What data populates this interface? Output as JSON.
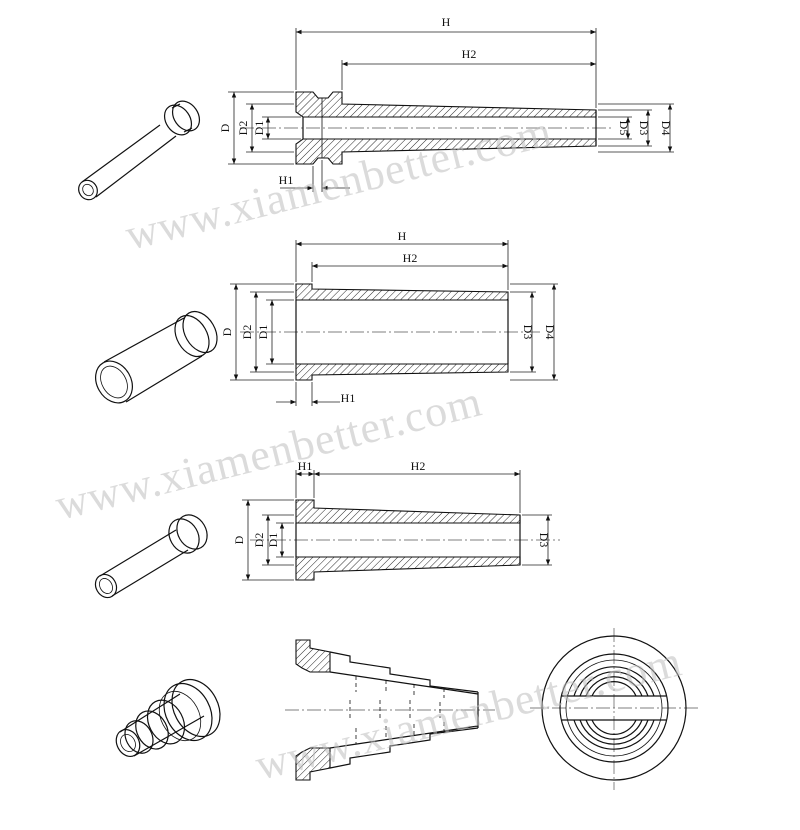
{
  "watermark": "www.xiamenbetter.com",
  "colors": {
    "line": "#111111",
    "watermark": "#bdbdbd",
    "background": "#ffffff"
  },
  "drawing_1": {
    "labels": {
      "H": "H",
      "H2": "H2",
      "H1": "H1",
      "D": "D",
      "D2": "D2",
      "D1": "D1",
      "D5": "D5",
      "D3": "D3",
      "D4": "D4"
    }
  },
  "drawing_2": {
    "labels": {
      "H": "H",
      "H2": "H2",
      "H1": "H1",
      "D": "D",
      "D2": "D2",
      "D1": "D1",
      "D3": "D3",
      "D4": "D4"
    }
  },
  "drawing_3": {
    "labels": {
      "H1": "H1",
      "H2": "H2",
      "D": "D",
      "D2": "D2",
      "D1": "D1",
      "D3": "D3"
    }
  }
}
